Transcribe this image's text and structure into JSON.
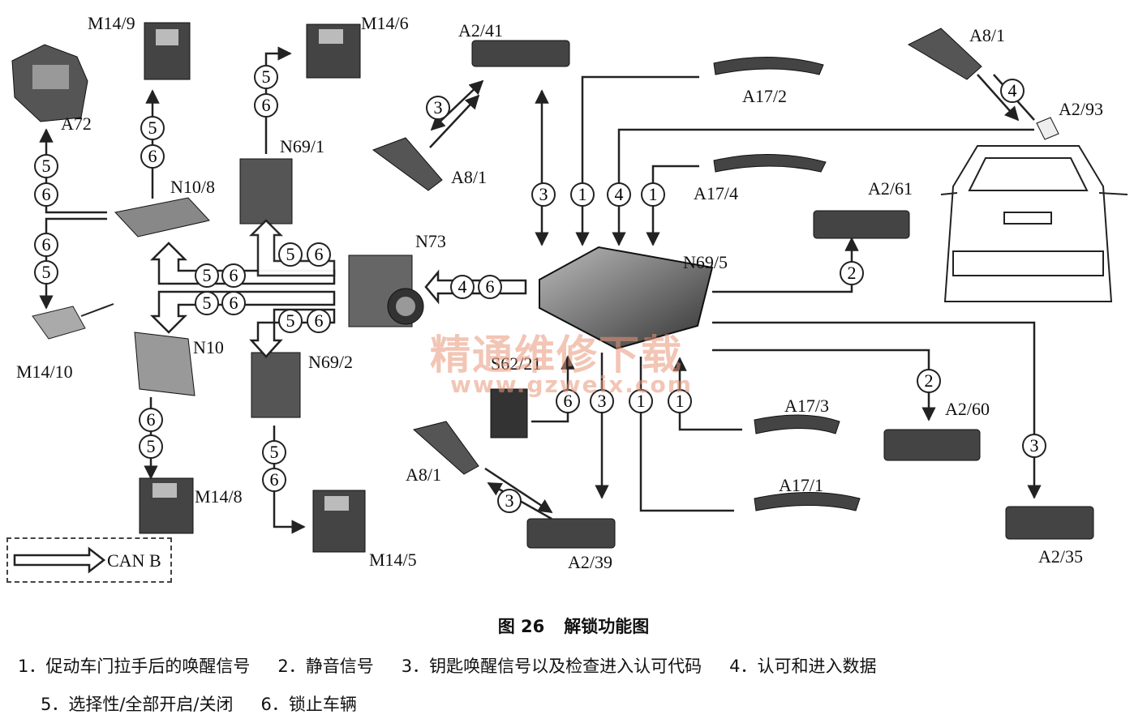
{
  "labels": {
    "m14_9": "M14/9",
    "m14_6": "M14/6",
    "a2_41": "A2/41",
    "a8_1_top": "A8/1",
    "a72": "A72",
    "a17_2": "A17/2",
    "a2_93": "A2/93",
    "n69_1": "N69/1",
    "n10_8": "N10/8",
    "a8_1_mid": "A8/1",
    "a17_4": "A17/4",
    "a2_61": "A2/61",
    "n73": "N73",
    "n69_5": "N69/5",
    "m14_10": "M14/10",
    "n10": "N10",
    "n69_2": "N69/2",
    "s62_21": "S62/21",
    "a17_3": "A17/3",
    "a2_60": "A2/60",
    "a8_1_bot": "A8/1",
    "a17_1": "A17/1",
    "m14_8": "M14/8",
    "m14_5": "M14/5",
    "a2_39": "A2/39",
    "a2_35": "A2/35",
    "can_b": "CAN B"
  },
  "circle_numbers": [
    "1",
    "2",
    "3",
    "4",
    "5",
    "6"
  ],
  "caption": {
    "figure": "图 26",
    "title": "解锁功能图"
  },
  "legend": [
    "1．促动车门拉手后的唤醒信号",
    "2．静音信号",
    "3．钥匙唤醒信号以及检查进入认可代码",
    "4．认可和进入数据",
    "5．选择性/全部开启/关闭",
    "6．锁止车辆"
  ],
  "watermark": {
    "cn": "精通维修下载",
    "url": "www.gzweix.com"
  }
}
